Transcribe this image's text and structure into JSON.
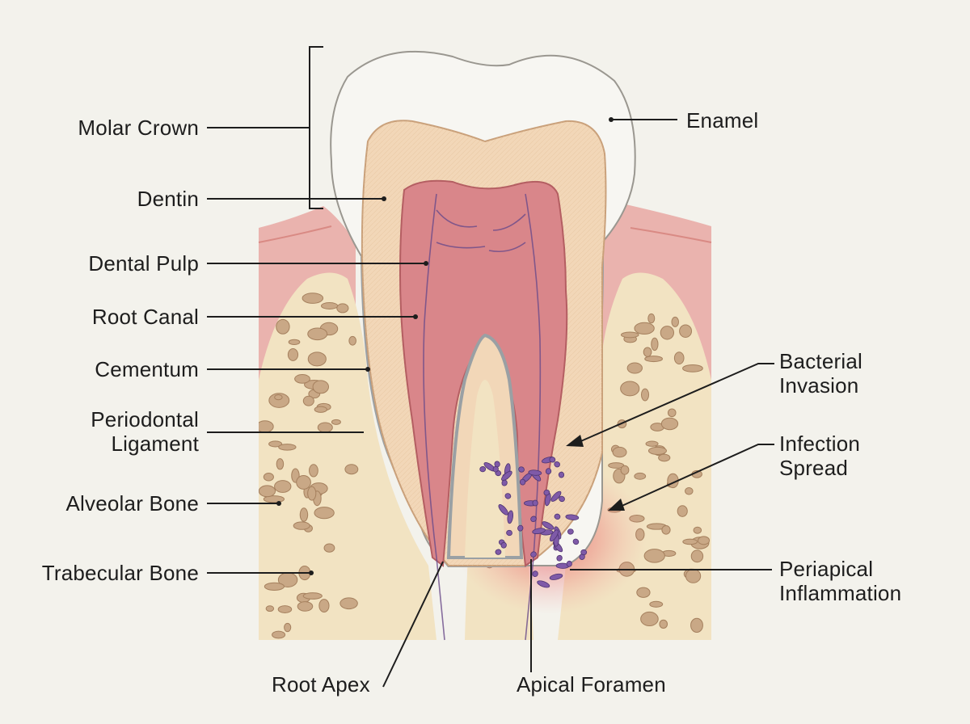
{
  "labels": {
    "molar_crown": "Molar Crown",
    "dentin": "Dentin",
    "dental_pulp": "Dental Pulp",
    "root_canal": "Root Canal",
    "cementum": "Cementum",
    "periodontal_ligament": "Periodontal\nLigament",
    "alveolar_bone": "Alveolar Bone",
    "trabecular_bone": "Trabecular Bone",
    "enamel": "Enamel",
    "bacterial_invasion": "Bacterial\nInvasion",
    "infection_spread": "Infection\nSpread",
    "periapical_inflammation": "Periapical\nInflammation",
    "root_apex": "Root Apex",
    "apical_foramen": "Apical Foramen"
  },
  "colors": {
    "background": "#f3f2ec",
    "enamel": "#f7f6f2",
    "dentin": "#f2d7b8",
    "pulp": "#d9868a",
    "gum": "#eab3ae",
    "bone": "#f2e3c2",
    "bone_pores": "#c9a886",
    "bacteria": "#7f5aa8",
    "inflammation": "#e3505a"
  }
}
